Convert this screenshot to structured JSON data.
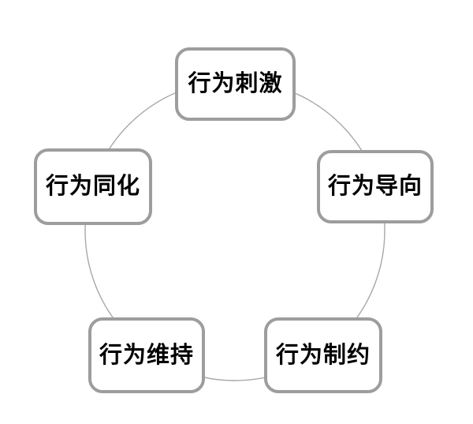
{
  "theme": {
    "background": "#ffffff",
    "box_border_color": "#9d9d9d",
    "circle_color": "#a8a8a8",
    "text_color": "#000000"
  },
  "diagram": {
    "type": "cycle",
    "nodes": [
      {
        "label": "行为刺激",
        "position": "top"
      },
      {
        "label": "行为导向",
        "position": "right"
      },
      {
        "label": "行为制约",
        "position": "bottom-right"
      },
      {
        "label": "行为维持",
        "position": "bottom-left"
      },
      {
        "label": "行为同化",
        "position": "left"
      }
    ]
  }
}
